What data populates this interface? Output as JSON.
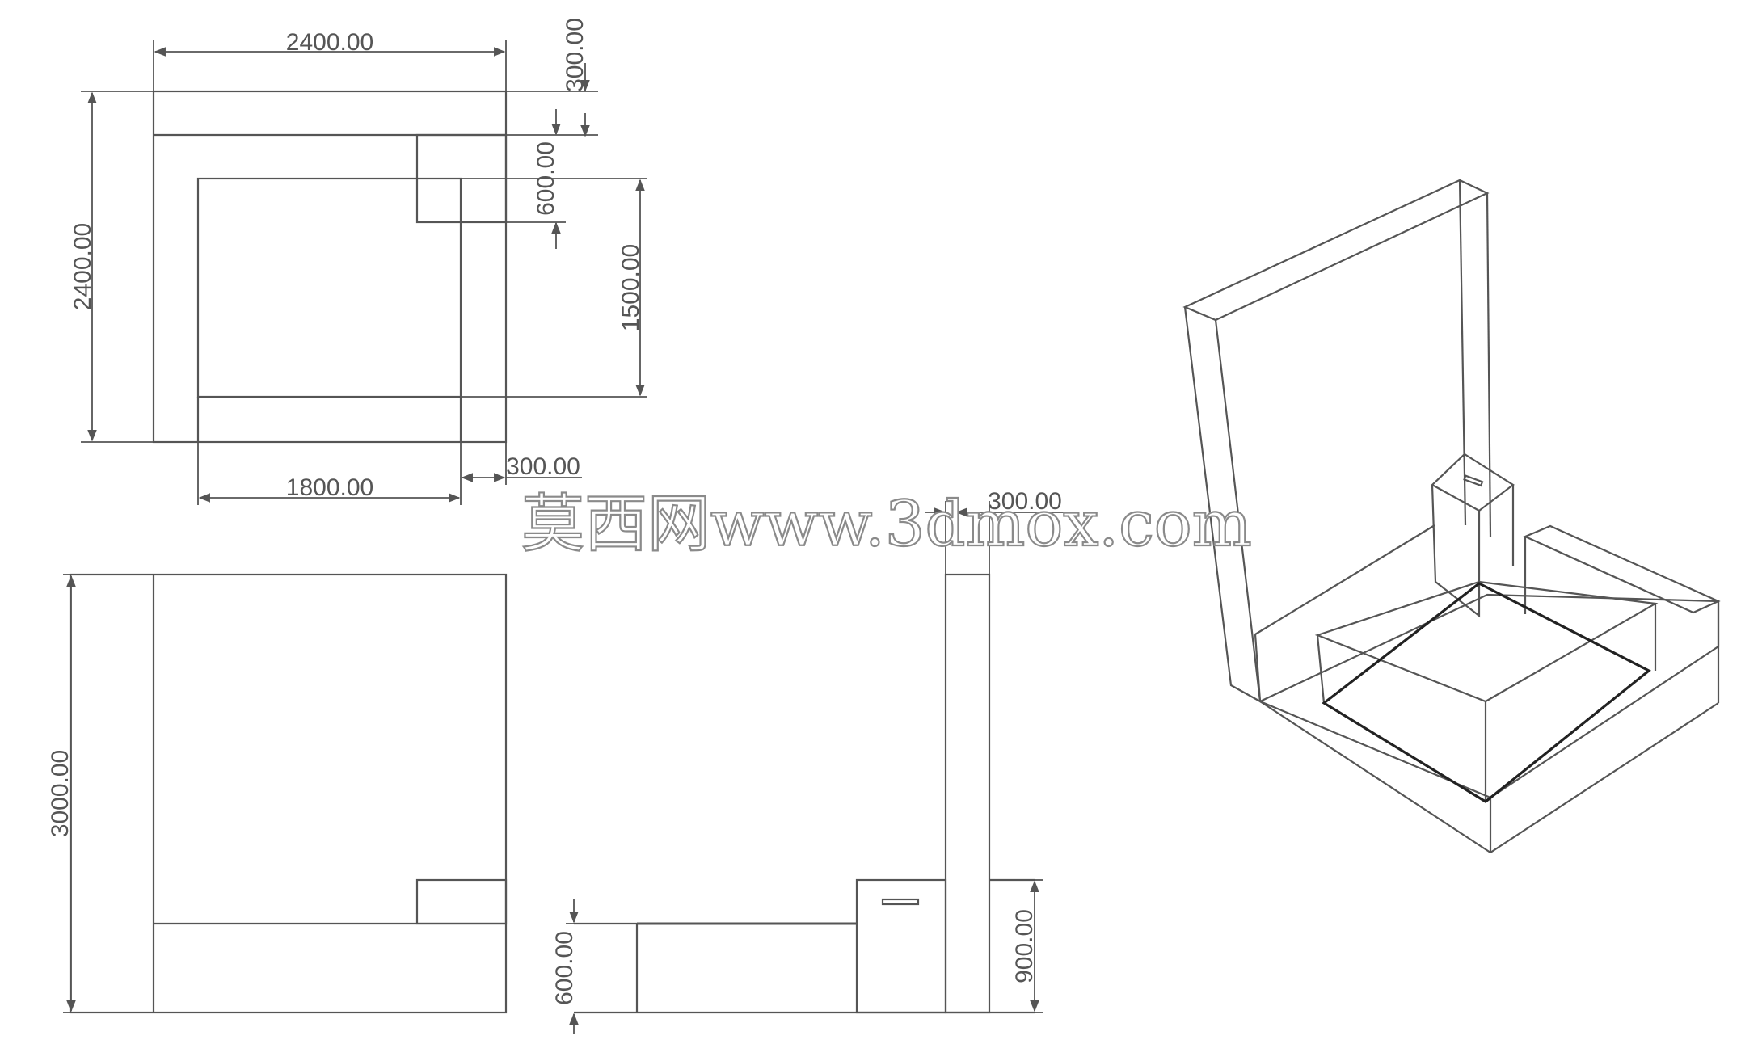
{
  "plan": {
    "dim_top_width": "2400.00",
    "dim_left_height": "2400.00",
    "dim_right_top": "300.00",
    "dim_right_mid": "600.00",
    "dim_right_long": "1500.00",
    "dim_bottom_width": "1800.00",
    "dim_bottom_gap": "300.00"
  },
  "elevation_front": {
    "dim_height": "3000.00"
  },
  "elevation_side": {
    "dim_top_width": "300.00",
    "dim_low_height": "600.00",
    "dim_box_height": "900.00"
  },
  "watermark": {
    "text": "莫西网www.3dmox.com"
  }
}
